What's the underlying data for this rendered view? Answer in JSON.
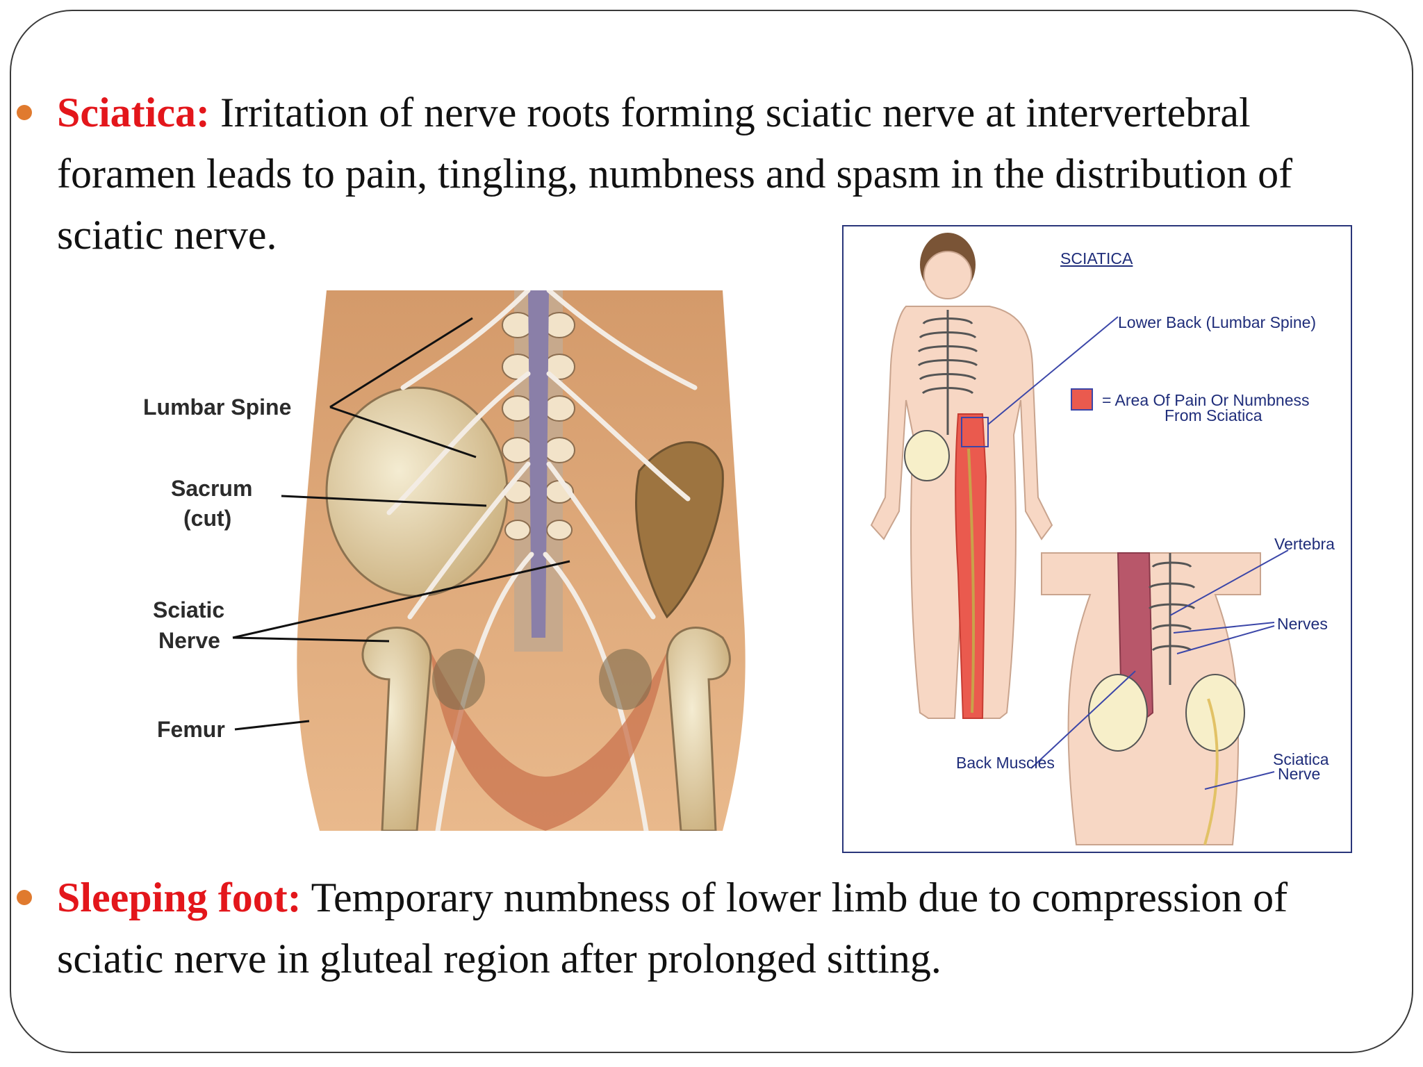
{
  "bullets": [
    {
      "term": "Sciatica:",
      "text": " Irritation of nerve roots forming sciatic nerve at intervertebral foramen leads to pain, tingling, numbness and spasm in the distribution of sciatic nerve."
    },
    {
      "term": "Sleeping foot:",
      "text": " Temporary numbness of lower limb due to compression of sciatic nerve in gluteal region after prolonged sitting."
    }
  ],
  "left_figure": {
    "labels": {
      "lumbar_spine": "Lumbar Spine",
      "sacrum": "Sacrum",
      "sacrum_note": "(cut)",
      "sciatic": "Sciatic",
      "nerve": "Nerve",
      "femur": "Femur"
    }
  },
  "right_figure": {
    "title": "SCIATICA",
    "labels": {
      "lower_back": "Lower Back (Lumbar Spine)",
      "legend_line1": "= Area Of Pain Or Numbness",
      "legend_line2": "From Sciatica",
      "vertebra": "Vertebra",
      "nerves": "Nerves",
      "back_muscles": "Back Muscles",
      "sciatica_nerve_1": "Sciatica",
      "sciatica_nerve_2": "Nerve"
    },
    "colors": {
      "pain_area": "#ea5a4e",
      "skin": "#f7d7c4",
      "label_blue": "#1f2d7a"
    }
  },
  "colors": {
    "bullet_dot": "#e07a2e",
    "term": "#e3161b"
  }
}
